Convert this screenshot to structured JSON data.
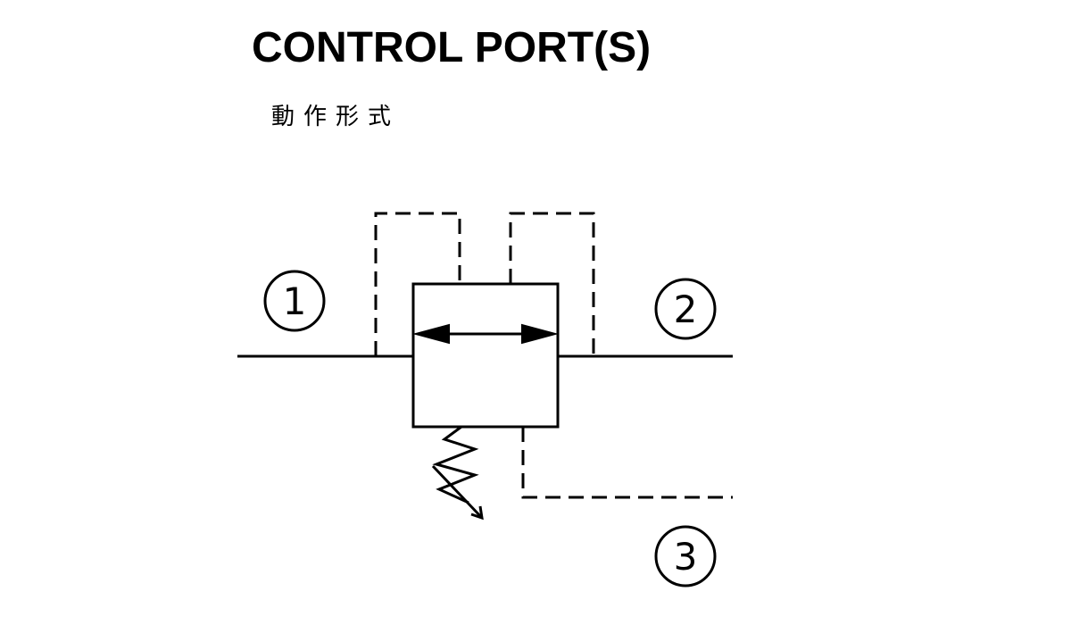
{
  "title": "CONTROL PORT(S)",
  "subtitle": "動作形式",
  "ports": [
    {
      "id": "1",
      "label": "1"
    },
    {
      "id": "2",
      "label": "2"
    },
    {
      "id": "3",
      "label": "3"
    }
  ],
  "colors": {
    "line": "#000000",
    "background": "#ffffff"
  }
}
